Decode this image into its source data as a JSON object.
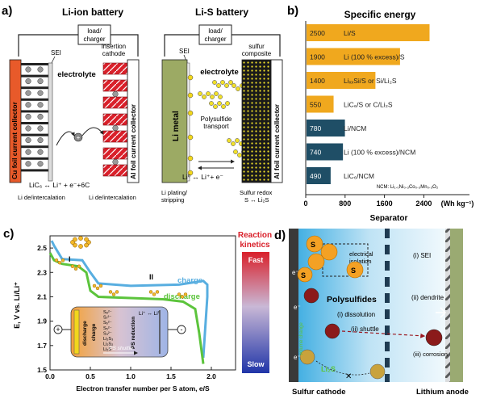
{
  "panel_a": {
    "letter": "a)",
    "liion": {
      "title": "Li-ion battery",
      "load": [
        "load/",
        "charger"
      ],
      "sei": "SEI",
      "insertion": [
        "insertion",
        "cathode"
      ],
      "electrolyte": "electrolyte",
      "plus": "+",
      "cu_collector": "Cu foil current collector",
      "al_collector": "Al foil current collector",
      "reaction": "LiC₆ ↔ Li⁺ + e⁻+6C",
      "left_caption": "Li de/intercalation",
      "right_caption": "Li de/intercalation"
    },
    "lis": {
      "title": "Li-S battery",
      "load": [
        "load/",
        "charger"
      ],
      "sei": "SEI",
      "sulfur": [
        "sulfur",
        "composite"
      ],
      "electrolyte": "electrolyte",
      "li_metal": "Li metal",
      "polysulfide": [
        "Polysulfide",
        "transport"
      ],
      "al_collector": "Al foil current collector",
      "reaction": "Li⁰ ↔ Li⁺+ e⁻",
      "left_caption": [
        "Li plating/",
        "stripping"
      ],
      "right_caption": [
        "Sulfur redox",
        "S ↔ Li₂S"
      ]
    }
  },
  "panel_b": {
    "letter": "b)",
    "footnote": "NCM: Li₁.₀Ni₀.₃Co₀.₃Mn₀.₃O₂",
    "colors": {
      "lis": "#f0a81e",
      "liion": "#1f4e66"
    }
  },
  "chart_data": {
    "type": "bar",
    "title": "Specific energy",
    "orientation": "horizontal",
    "xlabel": "(Wh kg⁻¹)",
    "xlim": [
      0,
      3000
    ],
    "xticks": [
      0,
      800,
      1600,
      2400
    ],
    "categories": [
      "Li/S",
      "Li (100 % excess)/S",
      "LiₓₓSi/S or Si/Li₂S",
      "LiC₆/S or C/Li₂S",
      "Li/NCM",
      "Li (100 % excess)/NCM",
      "LiC₆/NCM"
    ],
    "values": [
      2500,
      1900,
      1400,
      550,
      780,
      740,
      490
    ],
    "value_labels": [
      "2500",
      "1900",
      "1400",
      "550",
      "780",
      "740",
      "490"
    ],
    "groups": [
      "lis",
      "lis",
      "lis",
      "lis",
      "liion",
      "liion",
      "liion"
    ]
  },
  "panel_c": {
    "letter": "c)",
    "ylabel": "E, V vs. Li/Li⁺",
    "xlabel": "Electron transfer number per S atom, e/S",
    "yticks": [
      "2.5",
      "2.3",
      "2.1",
      "1.9",
      "1.7",
      "1.5"
    ],
    "xticks": [
      "0.0",
      "0.5",
      "1.0",
      "1.5",
      "2.0"
    ],
    "labels": {
      "I": "I",
      "II": "II",
      "charge": "charge",
      "discharge": "discharge"
    },
    "kinetics": {
      "title": [
        "Reaction",
        "kinetics"
      ],
      "fast": "Fast",
      "slow": "Slow"
    },
    "inset": {
      "species": [
        "S₈²⁻",
        "S₇²⁻",
        "S₆²⁻",
        "S₅²⁻",
        "S₄²⁻",
        "Li₂S₃",
        "Li₂S₂",
        "Li₂S"
      ],
      "charge": "charge",
      "discharge": "discharge",
      "ps_reduction": "PS reduction",
      "ps_shuttle": "PS shuttle",
      "li_lithium": "Li⁺ ↔ Li⁰",
      "plus": "+",
      "minus": "-"
    }
  },
  "panel_d": {
    "letter": "d)",
    "separator": "Separator",
    "cathode": "Sulfur cathode",
    "anode": "Lithium anode",
    "electrical": [
      "electrical",
      "isolation"
    ],
    "polysulfides": "Polysulfides",
    "dissolution": "(i) dissolution",
    "shuttle": "(ii) shuttle",
    "sei": "(i) SEI",
    "dendrite": "(ii) dendrite",
    "corrosion": "(iii) corrosion",
    "li2s": "Li₂S",
    "s": "S",
    "e": "e⁻",
    "volume": "volume change"
  }
}
